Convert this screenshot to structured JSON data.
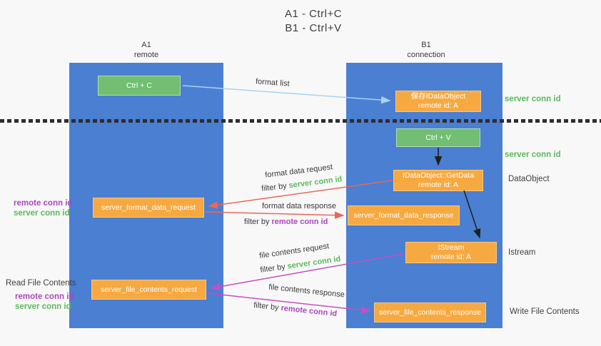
{
  "title": {
    "line1": "A1 - Ctrl+C",
    "line2": "B1 - Ctrl+V"
  },
  "lanes": {
    "a1": {
      "title": "A1",
      "subtitle": "remote"
    },
    "b1": {
      "title": "B1",
      "subtitle": "connection"
    }
  },
  "nodes": {
    "ctrl_c": {
      "label": "Ctrl + C"
    },
    "save_idataobject": {
      "line1": "保存IDataObject",
      "line2": "remote id: A"
    },
    "ctrl_v": {
      "label": "Ctrl + V"
    },
    "getdata": {
      "line1": "IDataObject::GetData",
      "line2": "remote id: A"
    },
    "format_data_request": {
      "label": "server_format_data_request"
    },
    "format_data_response": {
      "label": "server_format_data_response"
    },
    "istream": {
      "line1": "IStream",
      "line2": "remote id: A"
    },
    "file_contents_request": {
      "label": "server_file_contents_request"
    },
    "file_contents_response": {
      "label": "server_file_contents_response"
    }
  },
  "arrow_labels": {
    "format_list": "format list",
    "format_data_request": "format data request",
    "format_data_response": "format data response",
    "file_contents_request": "file contents request",
    "file_contents_response": "file contents response",
    "filter_prefix": "filter by",
    "server_conn_id": "server conn id",
    "remote_conn_id": "remote conn id"
  },
  "side_labels": {
    "server_conn_id_top": "server conn id",
    "server_conn_id_mid": "server conn id",
    "dataobject": "DataObject",
    "istream": "Istream",
    "read_file_contents": "Read File Contents",
    "write_file_contents": "Write File Contents",
    "remote_conn_id": "remote conn id",
    "server_conn_id": "server conn id"
  },
  "colors": {
    "background": "#f8f8f8",
    "lane_blue": "#4a7fd2",
    "node_orange": "#f7a941",
    "node_green": "#72bf73",
    "text_green": "#5cb85c",
    "text_purple": "#ab47bc",
    "arrow_red": "#e8685a",
    "arrow_magenta": "#c44fc4",
    "arrow_light_blue": "#a8d2f0",
    "arrow_black": "#1f1f1f",
    "divider_dark": "#2e2e2e"
  }
}
